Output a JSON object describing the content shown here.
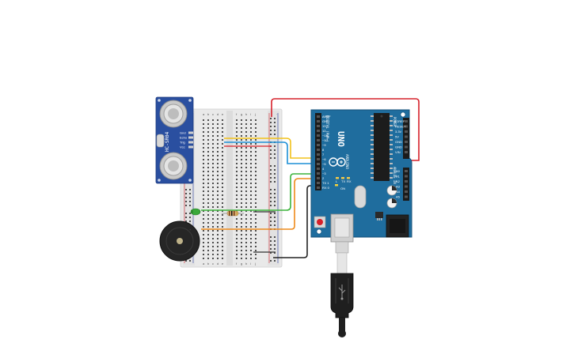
{
  "circuit": {
    "sensor": {
      "model": "HC-SR04",
      "pins": [
        "Gnd",
        "Echo",
        "Trig",
        "Vcc"
      ]
    },
    "breadboard": {
      "col_letters_left": [
        "a",
        "b",
        "c",
        "d",
        "e"
      ],
      "col_letters_right": [
        "f",
        "g",
        "h",
        "i",
        "j"
      ],
      "rail_plus": "+",
      "rail_minus": "-"
    },
    "buzzer": {
      "plus_label": "+",
      "minus_label": "-"
    },
    "arduino": {
      "model_label": "UNO",
      "brand_label": "ARDUINO",
      "digital_label": "DIGITAL (PWM~)",
      "power_label": "POWER",
      "analog_label": "ANALOG IN",
      "pins_digital": [
        "AREF",
        "GND",
        "13",
        "12",
        "~11",
        "~10",
        "~9",
        "8",
        "7",
        "~6",
        "~5",
        "4",
        "~3",
        "2",
        "TX 1",
        "RX 0"
      ],
      "pins_power": [
        "IOREF",
        "RESET",
        "3.3V",
        "5V",
        "GND",
        "GND",
        "VIN"
      ],
      "pins_analog": [
        "A0",
        "A1",
        "A2",
        "A3",
        "A4",
        "A5"
      ],
      "led_labels": [
        "L",
        "TX",
        "RX"
      ],
      "on_label": "ON"
    },
    "wire_colors": {
      "red": "#d6202a",
      "yellow": "#f2c21b",
      "blue": "#1d8fd6",
      "green": "#3cb43c",
      "orange": "#ee8a1a",
      "black": "#222222"
    }
  }
}
